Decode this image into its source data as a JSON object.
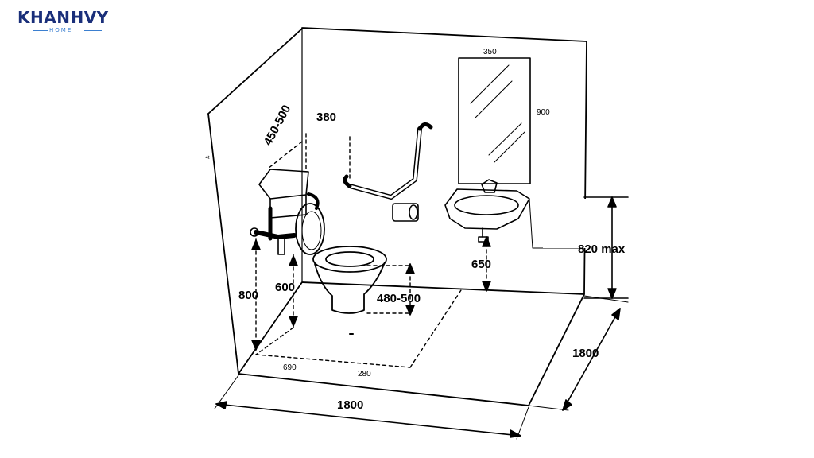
{
  "logo": {
    "brand": "KHANHVY",
    "tagline": "HOME",
    "brand_color": "#1a2f7a",
    "accent_color": "#3b7fd0"
  },
  "dimensions": {
    "hand_rail_height": "450-500",
    "rail_offset": "380",
    "mirror_width": "350",
    "mirror_height": "900",
    "basin_max_height": "820 max",
    "basin_height": "650",
    "rail_floor_height": "800",
    "seat_height": "600",
    "wc_clearance": "480-500",
    "floor_front": "690",
    "floor_side": "280",
    "room_width": "1800",
    "room_depth": "1800",
    "side_mark": "+4t"
  }
}
